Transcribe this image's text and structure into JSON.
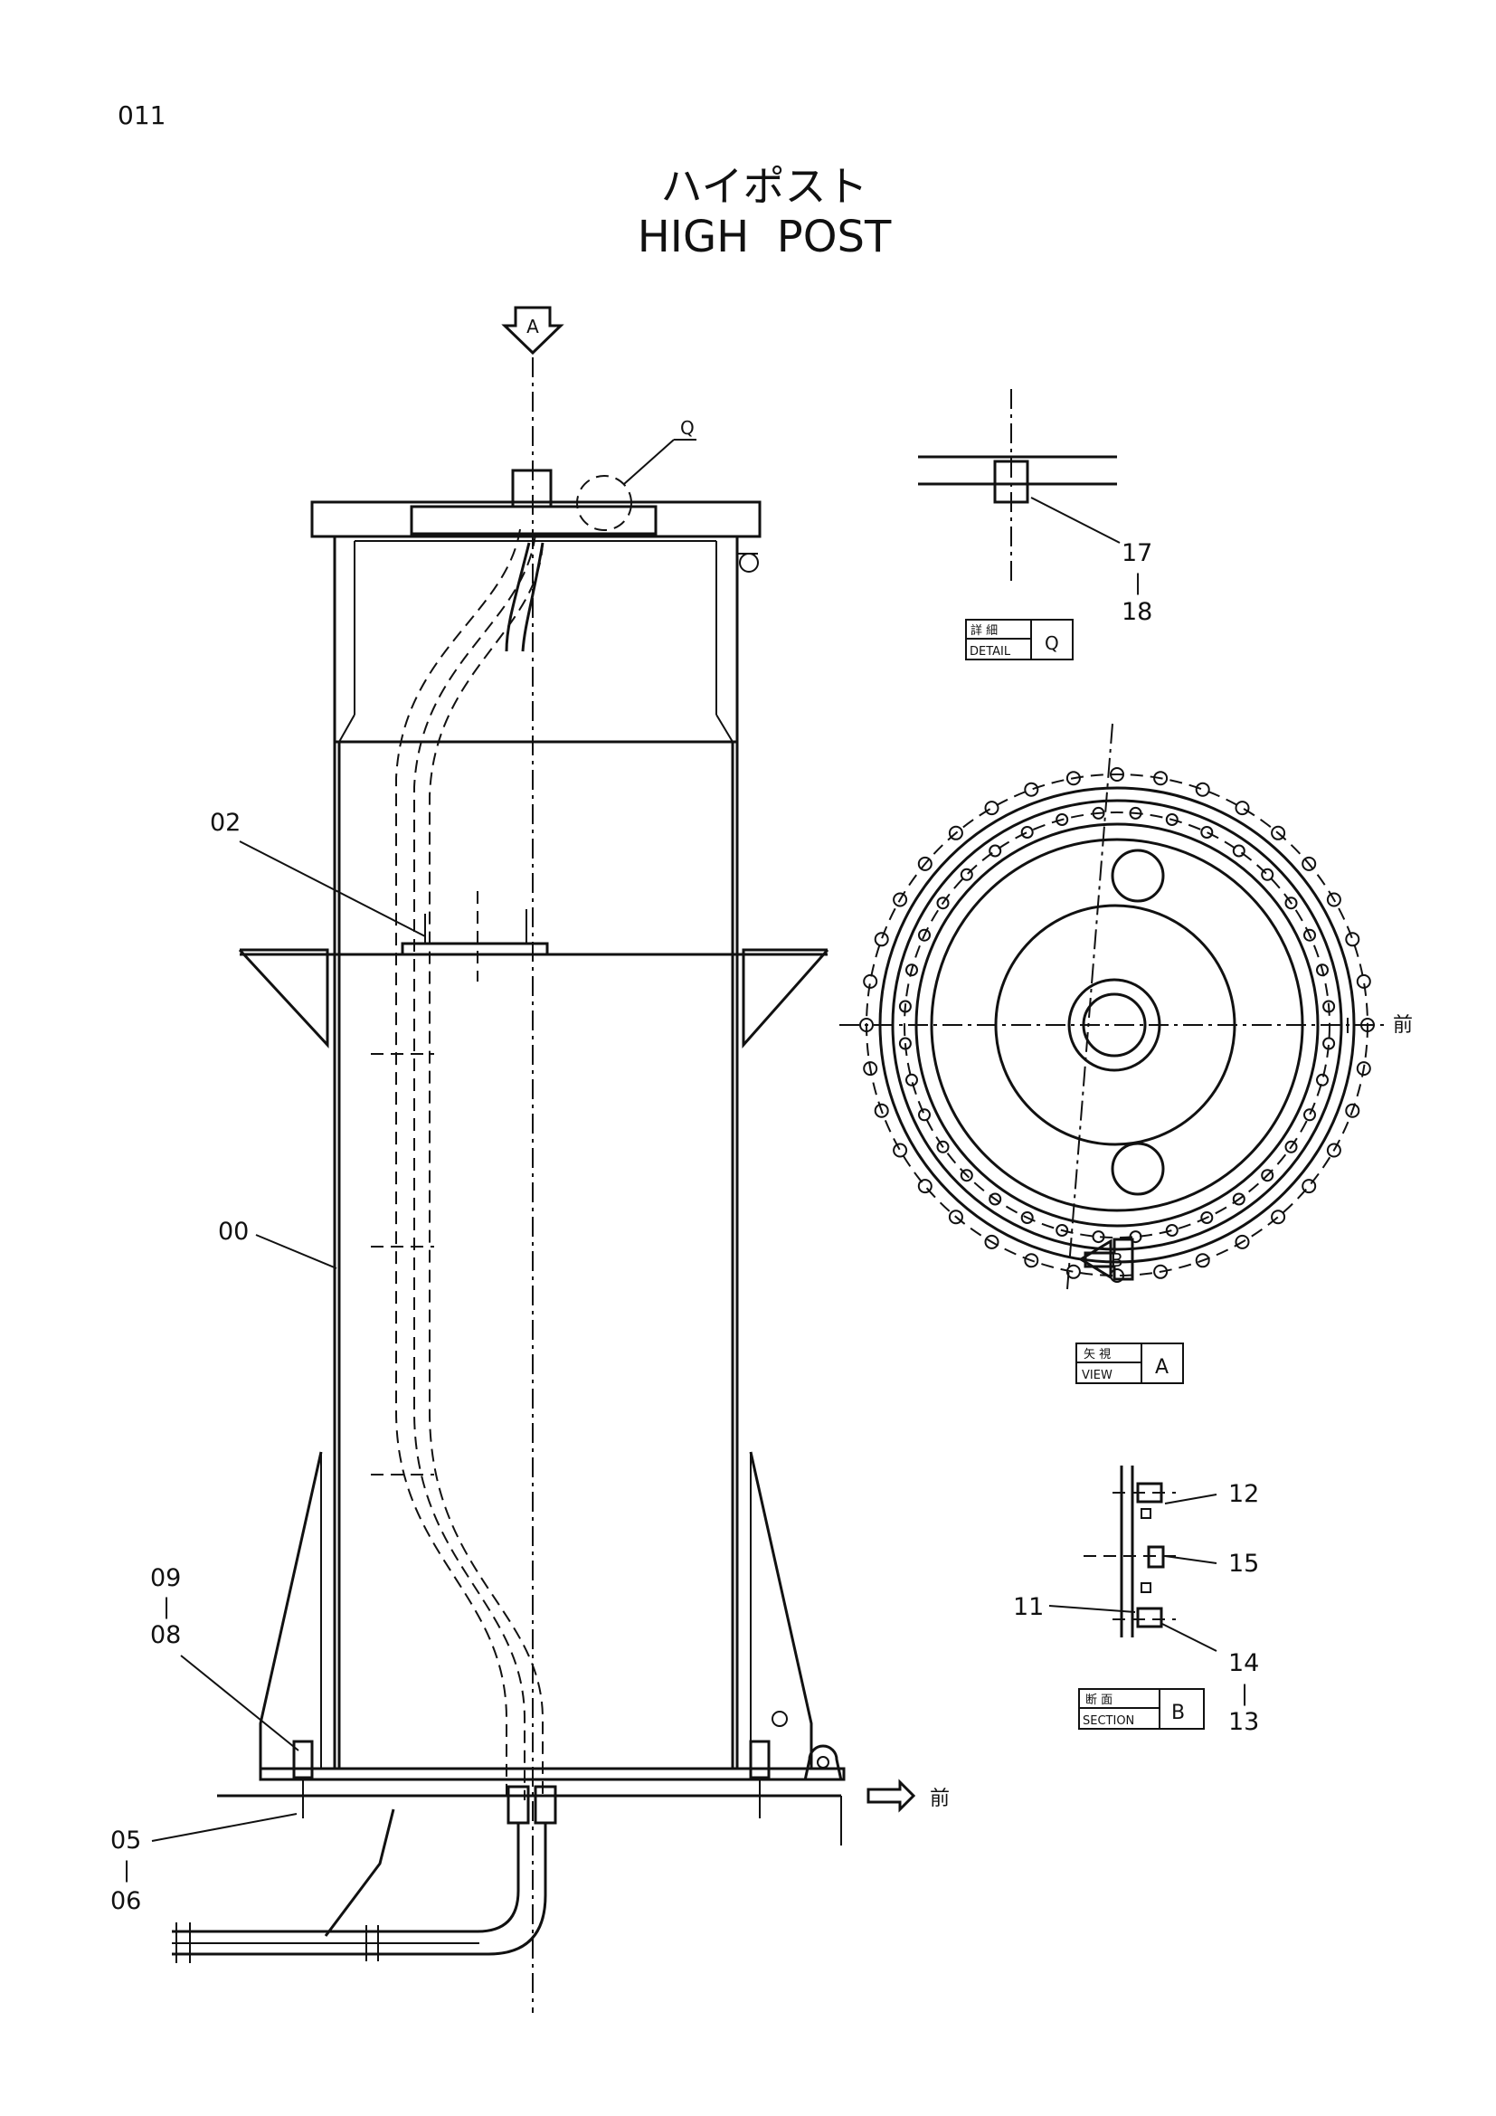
{
  "page_number": "011",
  "title_jp": "ハイポスト",
  "title_en": "HIGH  POST",
  "view_letters": {
    "a": "A",
    "b": "B",
    "q": "Q"
  },
  "front_label": "前",
  "part_labels": {
    "p00": "00",
    "p02": "02",
    "p09": "09",
    "p08": "08",
    "p05": "05",
    "p06": "06",
    "p17": "17",
    "p18": "18",
    "p12": "12",
    "p15": "15",
    "p11": "11",
    "p14": "14",
    "p13": "13",
    "dash": "|"
  },
  "callouts": {
    "detail": {
      "jp": "詳 細",
      "en": "DETAIL",
      "letter": "Q"
    },
    "view": {
      "jp": "矢 視",
      "en": "VIEW",
      "letter": "A"
    },
    "section": {
      "jp": "断 面",
      "en": "SECTION",
      "letter": "B"
    }
  }
}
